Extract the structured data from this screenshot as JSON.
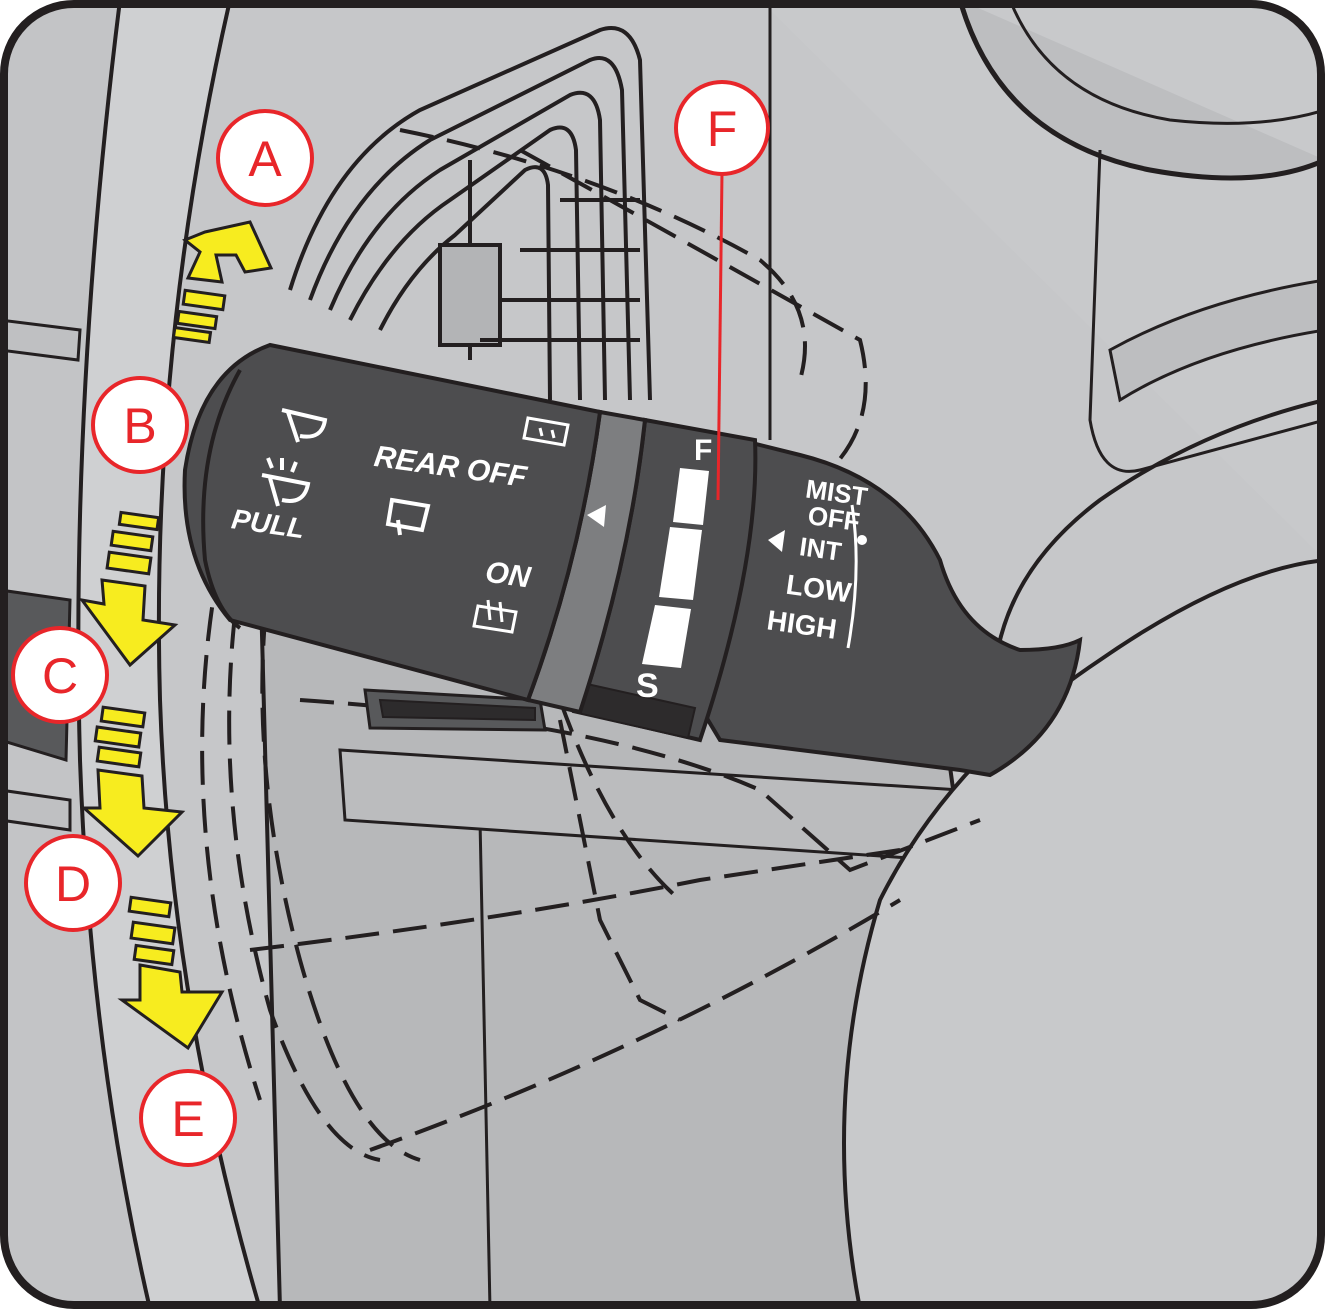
{
  "callouts": {
    "a": "A",
    "b": "B",
    "c": "C",
    "d": "D",
    "e": "E",
    "f": "F"
  },
  "lever_labels": {
    "rear_off": "REAR OFF",
    "pull": "PULL",
    "on": "ON",
    "scale_fast": "F",
    "scale_slow": "S",
    "mist": "MIST",
    "off": "OFF",
    "int": "INT",
    "low": "LOW",
    "high": "HIGH"
  },
  "icons": [
    "front-wiper-icon",
    "washer-spray-icon",
    "rear-wiper-icon",
    "rear-washer-icon",
    "rear-washer-on-icon",
    "direction-arrow-icon"
  ],
  "colors": {
    "callout_red": "#e8262a",
    "arrow_yellow": "#f7ec1f",
    "lever_dark": "#4d4d4f",
    "background_gray": "#c6c7c9",
    "outline": "#231f20"
  }
}
